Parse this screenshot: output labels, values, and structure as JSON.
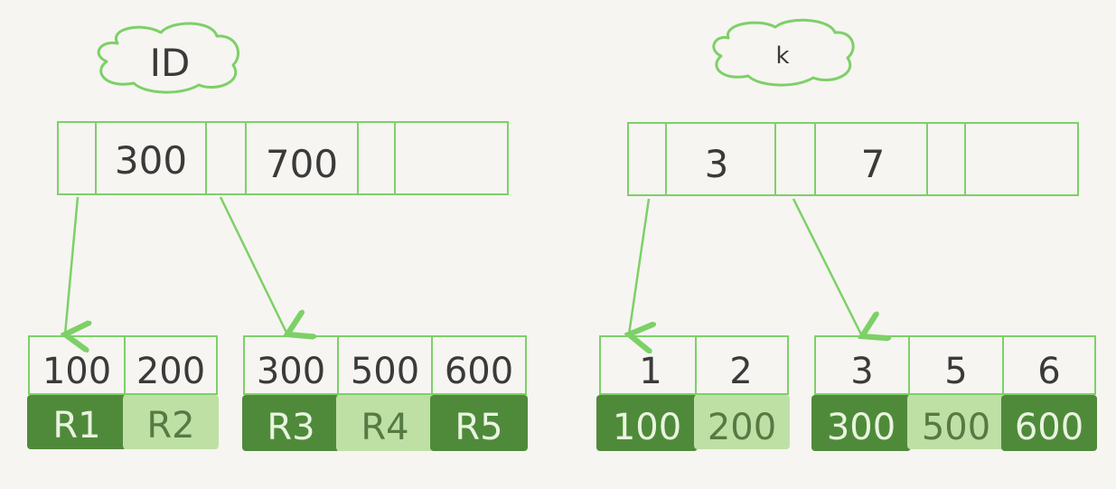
{
  "colors": {
    "line": "#7dd068",
    "dark_cell": "#4f8a3a",
    "light_cell": "#bfe0a5",
    "ink": "#3a3a3a",
    "light_text": "#e9f4df",
    "dark_text": "#557a44"
  },
  "trees": [
    {
      "id": "id-index",
      "label": "ID",
      "root_keys": [
        "",
        "300",
        "",
        "700",
        "",
        ""
      ],
      "leaves": [
        {
          "keys": [
            "100",
            "200"
          ],
          "values": [
            "R1",
            "R2"
          ],
          "shades": [
            "dark",
            "light"
          ]
        },
        {
          "keys": [
            "300",
            "500",
            "600"
          ],
          "values": [
            "R3",
            "R4",
            "R5"
          ],
          "shades": [
            "dark",
            "light",
            "dark"
          ]
        }
      ]
    },
    {
      "id": "k-index",
      "label": "k",
      "root_keys": [
        "",
        "3",
        "",
        "7",
        "",
        ""
      ],
      "leaves": [
        {
          "keys": [
            "1",
            "2"
          ],
          "values": [
            "100",
            "200"
          ],
          "shades": [
            "dark",
            "light"
          ]
        },
        {
          "keys": [
            "3",
            "5",
            "6"
          ],
          "values": [
            "300",
            "500",
            "600"
          ],
          "shades": [
            "dark",
            "light",
            "dark"
          ]
        }
      ]
    }
  ]
}
